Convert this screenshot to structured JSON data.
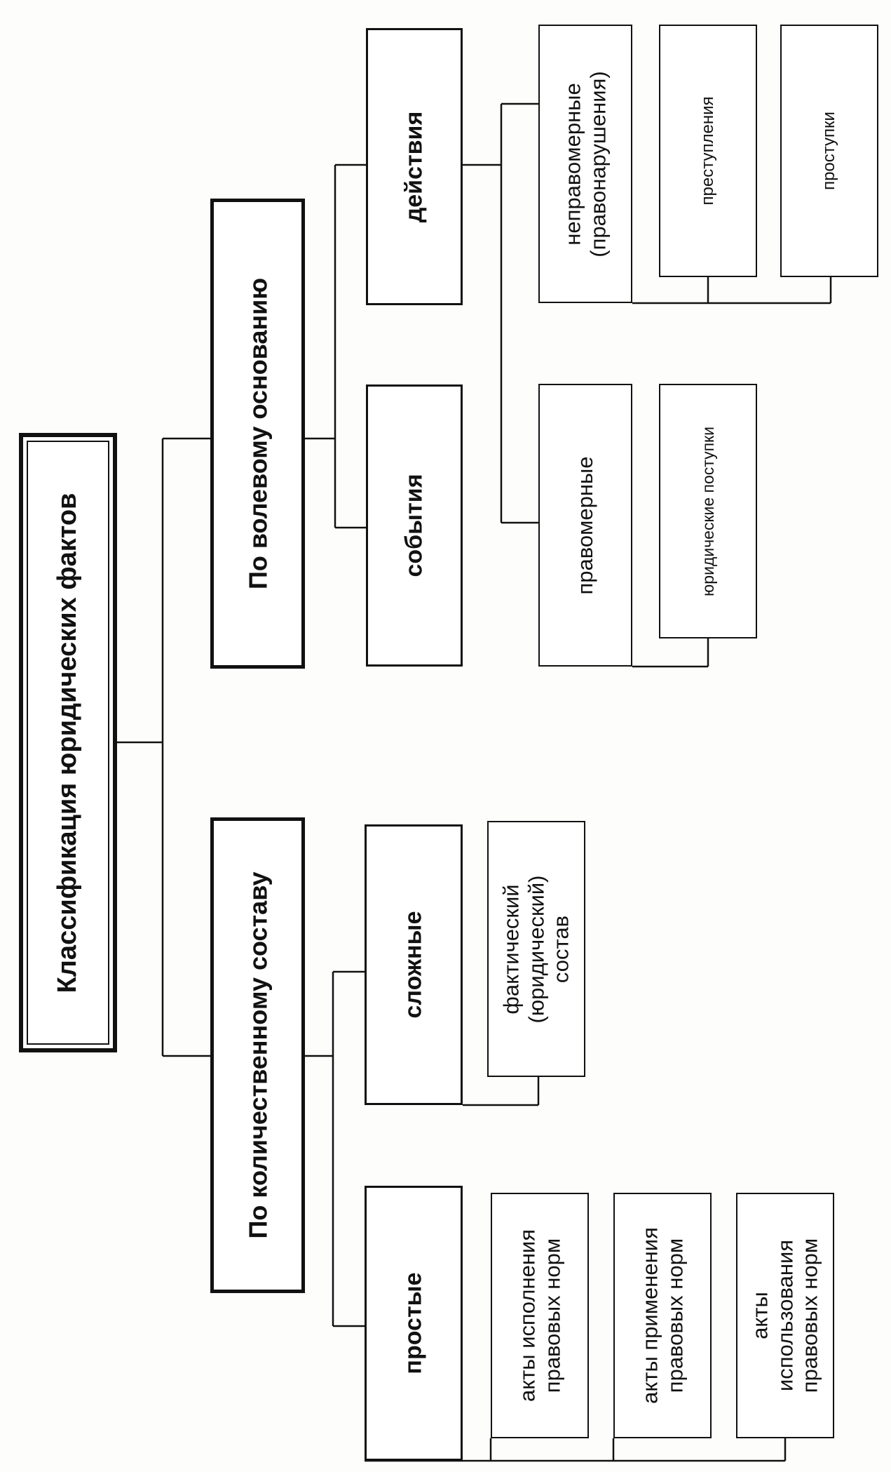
{
  "diagram": {
    "title": "Классификация юридических фактов",
    "branch_quantity": {
      "label": "По количественному составу",
      "simple": {
        "label": "простые",
        "children": [
          "акты исполнения\nправовых норм",
          "акты применения\nправовых норм",
          "акты\nиспользования\nправовых норм"
        ]
      },
      "complex": {
        "label": "сложные",
        "children": [
          "фактический\n(юридический)\nсостав"
        ]
      }
    },
    "branch_volitional": {
      "label": "По волевому основанию",
      "events": {
        "label": "события"
      },
      "actions": {
        "label": "действия",
        "lawful": {
          "label": "правомерные",
          "children": [
            "юридические поступки"
          ]
        },
        "unlawful": {
          "label": "неправомерные\n(правонарушения)",
          "children": [
            "преступления",
            "проступки"
          ]
        }
      }
    }
  }
}
